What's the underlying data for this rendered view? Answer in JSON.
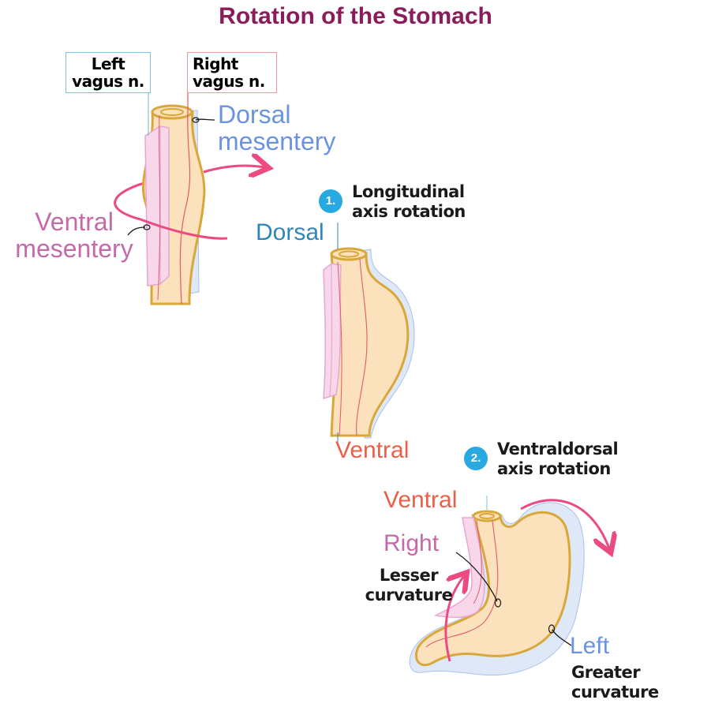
{
  "title": "Rotation of the Stomach",
  "colors": {
    "title": "#8b1c5a",
    "tissue": "#fbe1bc",
    "outline": "#d9a73a",
    "mesentery": "#f8d7ea",
    "mesentery_edge": "#e7a8cf",
    "peritoneum": "#dfe8f7",
    "nerve": "#e15b6c",
    "arrow": "#ec4a83",
    "dorsal_blue": "#6a93e0",
    "dorsal_teal": "#2f86b8",
    "ventral_orange": "#ea5f49",
    "ventral_pink": "#c56aa9",
    "right_pink": "#c56aa9",
    "left_blue": "#6a93e0",
    "badge": "#29a9e1",
    "text_dark": "#1a1a1a"
  },
  "labels": {
    "left_vagus": [
      "Left",
      "vagus n."
    ],
    "right_vagus": [
      "Right",
      "vagus n."
    ],
    "dorsal_mesentery": [
      "Dorsal",
      "mesentery"
    ],
    "ventral_mesentery": [
      "Ventral",
      "mesentery"
    ],
    "step1": {
      "number": "1.",
      "text": [
        "Longitudinal",
        "axis rotation"
      ]
    },
    "dorsal": "Dorsal",
    "ventral_mid": "Ventral",
    "step2": {
      "number": "2.",
      "text": [
        "Ventraldorsal",
        "axis rotation"
      ]
    },
    "ventral_bottom": "Ventral",
    "right": "Right",
    "lesser_curvature": [
      "Lesser",
      "curvature"
    ],
    "left": "Left",
    "greater_curvature": [
      "Greater",
      "curvature"
    ]
  }
}
